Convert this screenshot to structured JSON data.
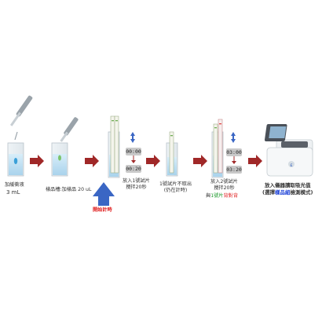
{
  "steps": {
    "buffer_label": "加緩衝液",
    "buffer_volume": "3 mL",
    "sample_label": "樣品槽:加樣品 20 uL",
    "start_timing": "開始計時",
    "strip1_line1": "放入1號試片",
    "strip1_line2": "攪拌20秒",
    "strip1_timer_start": "00:00",
    "strip1_timer_end": "00:20",
    "keep_line1": "1號試片不取出",
    "keep_line2": "(仍在計時)",
    "strip2_line1": "放入2號試片",
    "strip2_line2": "攪拌20秒",
    "strip2_timer_start": "03:00",
    "strip2_timer_end": "03:20",
    "back_prefix": "與",
    "back_strip": "1號片",
    "back_suffix": "背對背",
    "reader_line1": "放入儀器讀取吸光值",
    "reader_line2_prefix": "(選擇",
    "reader_line2_mode": "樣品組",
    "reader_line2_suffix": "檢測模式)"
  },
  "colors": {
    "arrow": "#a02828",
    "start_arrow": "#3a66c4",
    "liquid": "#bfe0f2",
    "highlight_red": "#e02020",
    "highlight_green": "#1f9a2e",
    "highlight_blue": "#1a3fd6"
  }
}
